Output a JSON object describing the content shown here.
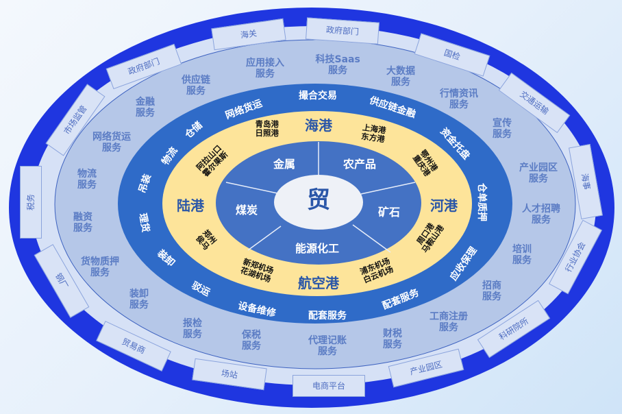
{
  "colors": {
    "outer_ring": "#1f36e0",
    "outer_band": "#d6e1f6",
    "service_band": "#b5c7e8",
    "business_ring": "#2f6bc8",
    "port_ring": "#fde49a",
    "sector_ring": "#4472c4",
    "core": "#eef1f7"
  },
  "center": {
    "label": "贸"
  },
  "sectors": [
    "金属",
    "农产品",
    "矿石",
    "能源化工",
    "煤炭"
  ],
  "ports": [
    "海港",
    "陆港",
    "河港",
    "航空港"
  ],
  "cities": [
    "青岛港\n日照港",
    "上海港\n东方港",
    "阿拉山口\n霍尔果斯",
    "鄂州港\n重庆港",
    "郑州\n侯马",
    "新郑机场\n花湖机场",
    "浦东机场\n白云机场",
    "周口港\n马鞍山港"
  ],
  "business": [
    "撮合交易",
    "供应链金融",
    "资金托盘",
    "仓单质押",
    "应收保理",
    "配套服务",
    "配套服务",
    "设备维修",
    "驳运",
    "装卸",
    "理货",
    "吊装",
    "物流",
    "仓储",
    "网络货运"
  ],
  "services": [
    "应用接入\n服务",
    "科技Saas\n服务",
    "大数据\n服务",
    "行情资讯\n服务",
    "宣传\n服务",
    "产业园区\n服务",
    "人才招聘\n服务",
    "培训\n服务",
    "招商\n服务",
    "工商注册\n服务",
    "财税\n服务",
    "代理记账\n服务",
    "保税\n服务",
    "报检\n服务",
    "装卸\n服务",
    "货物质押\n服务",
    "融资\n服务",
    "物流\n服务",
    "网络货运\n服务",
    "金融\n服务",
    "供应链\n服务"
  ],
  "stakeholders": [
    "海关",
    "政府部门",
    "国检",
    "交通运输",
    "海事",
    "行业协会",
    "科研院所",
    "产业园区",
    "电商平台",
    "场站",
    "贸易商",
    "钢厂",
    "税务",
    "市场监管",
    "政府部门"
  ]
}
